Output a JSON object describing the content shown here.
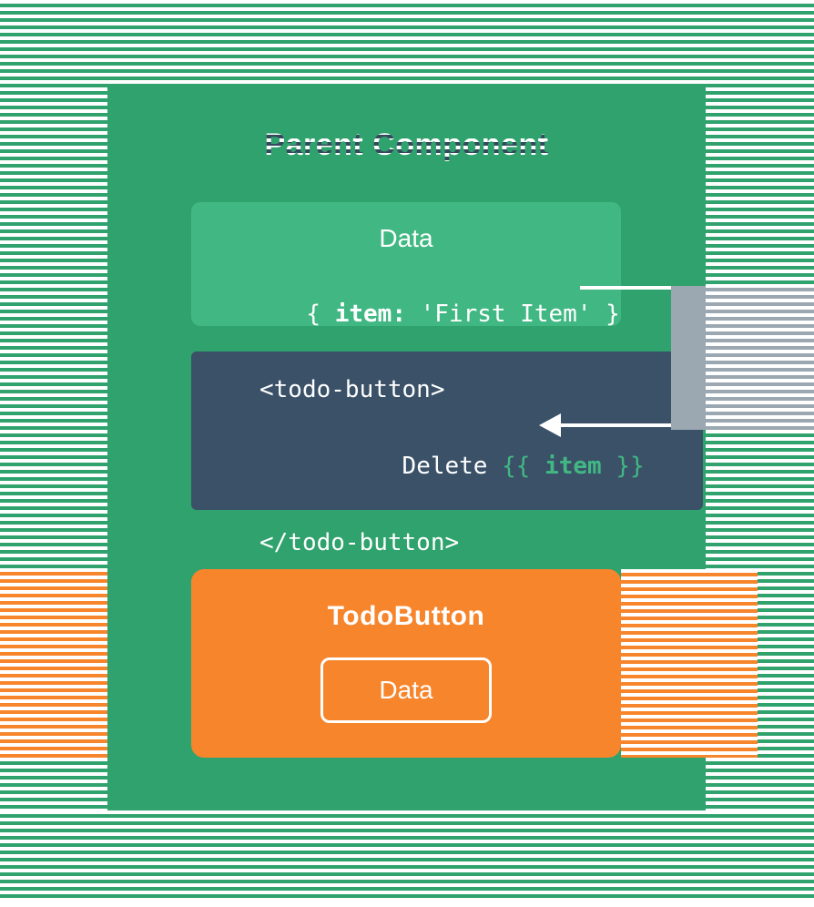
{
  "parent": {
    "title": "Parent Component",
    "data_box": {
      "title": "Data",
      "code": {
        "open": "{ ",
        "key": "item:",
        "rest": " 'First Item' }"
      }
    },
    "template_box": {
      "line1": "<todo-button>",
      "line2": {
        "text": "  Delete ",
        "open": "{{ ",
        "key": "item",
        "close": " }}"
      },
      "line3": "</todo-button>"
    },
    "child_box": {
      "title": "TodoButton",
      "button_label": "Data"
    }
  },
  "colors": {
    "green_bg": "#2FA26D",
    "green_box": "#41B883",
    "navy_box": "#3A5168",
    "orange_box": "#F7852C",
    "gray_connector": "#9BA7B1",
    "title_navy": "#35495E",
    "text_white": "#FFFFFF"
  }
}
